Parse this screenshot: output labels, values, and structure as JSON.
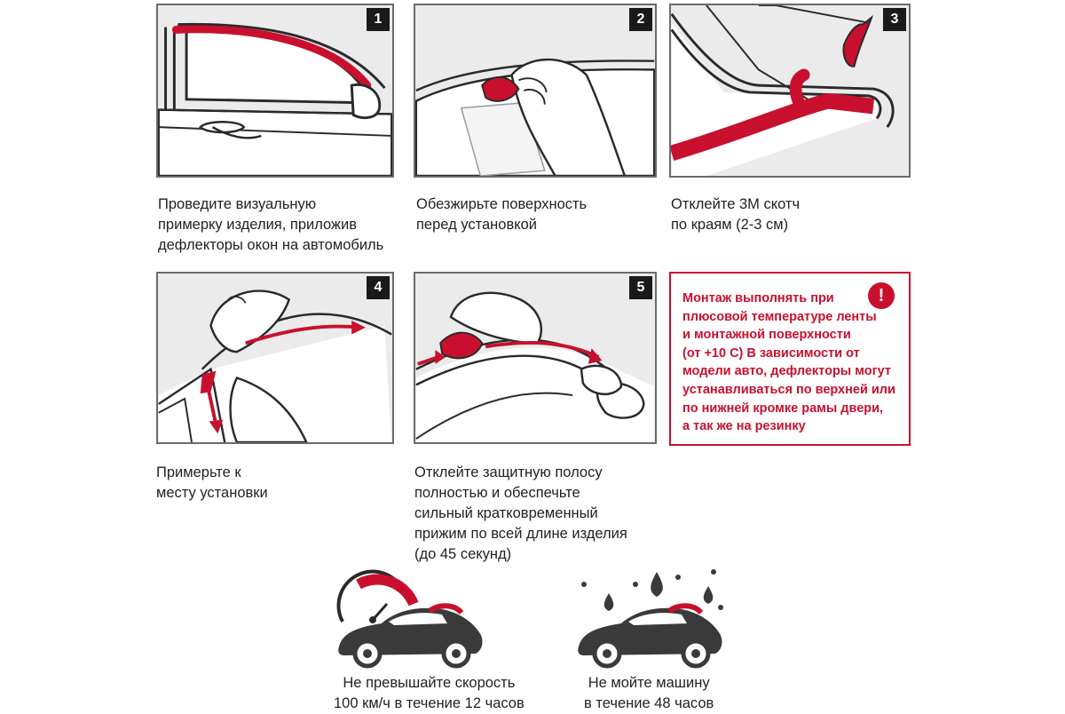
{
  "colors": {
    "accent_red": "#c8102e",
    "panel_bg": "#ebebeb",
    "border": "#6b6b6b",
    "text": "#222222"
  },
  "steps": [
    {
      "number": "1",
      "caption": [
        "Проведите визуальную",
        "примерку изделия, приложив",
        "дефлекторы окон на автомобиль"
      ]
    },
    {
      "number": "2",
      "caption": [
        "Обезжирьте поверхность",
        "перед установкой"
      ]
    },
    {
      "number": "3",
      "caption": [
        "Отклейте 3М скотч",
        "по краям (2-3 см)"
      ]
    },
    {
      "number": "4",
      "caption": [
        "Примерьте к",
        "месту установки"
      ]
    },
    {
      "number": "5",
      "caption": [
        "Отклейте защитную полосу",
        "полностью и обеспечьте",
        "сильный кратковременный",
        "прижим по всей  длине изделия",
        "(до 45 секунд)"
      ]
    }
  ],
  "warning": {
    "icon": "exclamation-icon",
    "badge": "!",
    "lines": [
      "Монтаж выполнять при",
      "плюсовой температуре ленты",
      "и монтажной поверхности",
      "(от +10 С) В зависимости от",
      "модели авто, дефлекторы могут",
      "устанавливаться по верхней или",
      "по нижней кромке рамы двери,",
      "а так же на резинку"
    ]
  },
  "notices": [
    {
      "icon": "speedometer-car-icon",
      "lines": [
        "Не превышайте скорость",
        "100 км/ч в течение 12 часов"
      ]
    },
    {
      "icon": "raindrops-car-icon",
      "lines": [
        "Не мойте машину",
        "в течение 48 часов"
      ]
    }
  ]
}
